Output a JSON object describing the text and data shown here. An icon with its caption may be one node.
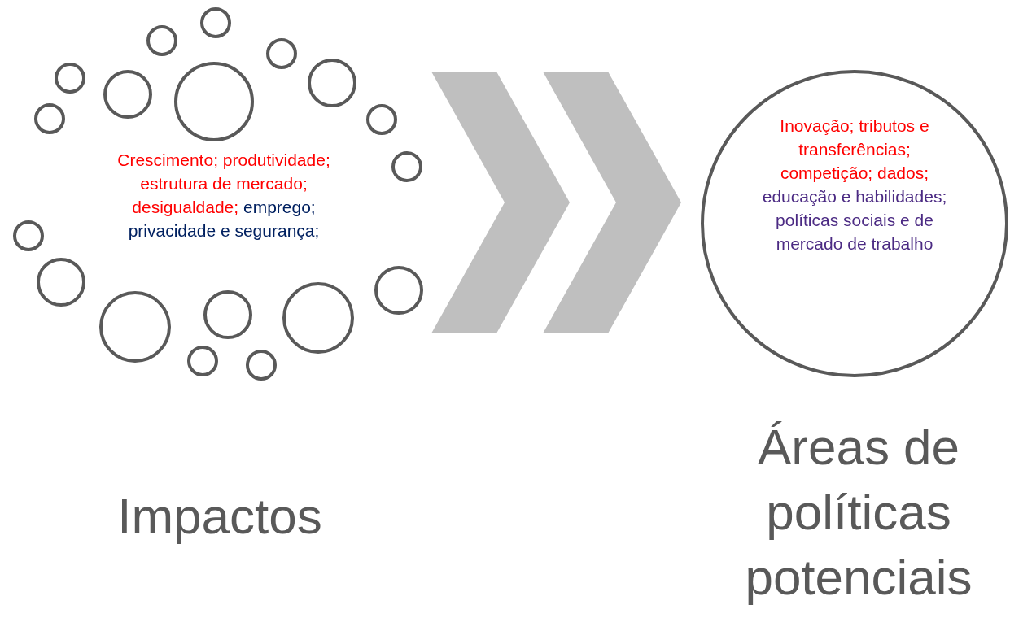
{
  "diagram": {
    "nodes": [
      {
        "text": [
          "Crescimento; produtividade; estrutura de mercado; desigualdade;",
          "emprego; privacidade e segurança;"
        ],
        "beside": [
          "Impactos"
        ]
      },
      {
        "text": [
          "Inovação; tributos e transferências; competição; dados;",
          "educação e habilidades; políticas sociais e de mercado de trabalho"
        ],
        "beside": [
          "Áreas de políticas potenciais"
        ]
      }
    ],
    "edges": [
      {
        "from": 0,
        "to": 1,
        "arrow": "to"
      }
    ]
  }
}
